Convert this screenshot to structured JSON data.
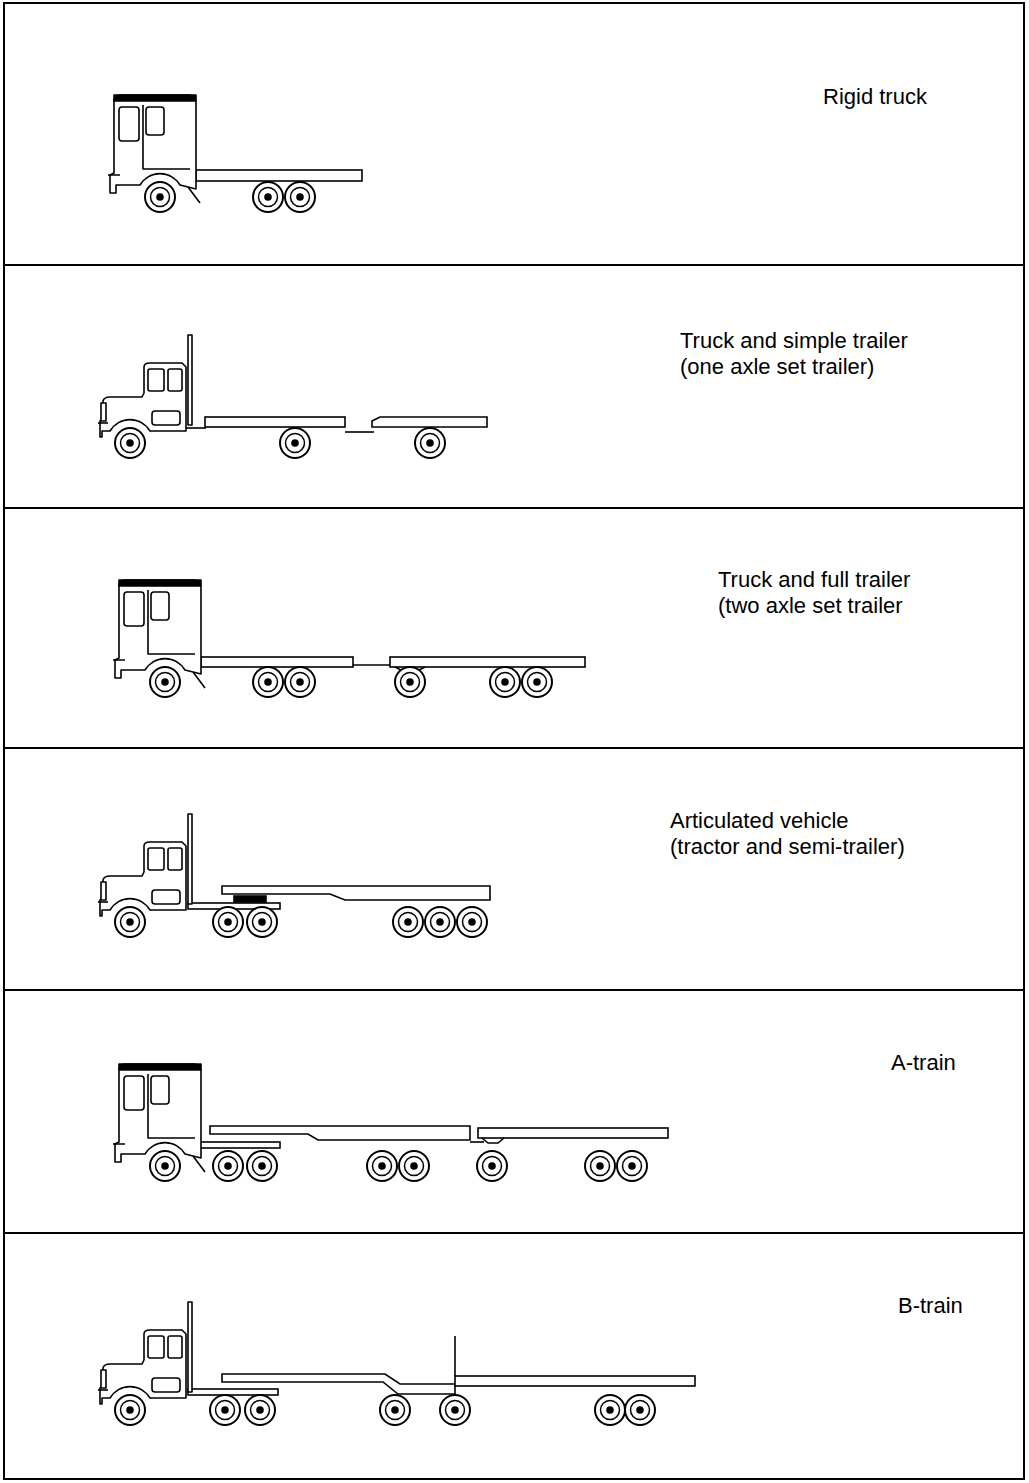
{
  "diagram": {
    "labels": [
      "Rigid truck",
      "Truck and simple trailer (one axle set trailer)",
      "Truck and full trailer (two axle set trailer",
      "Articulated vehicle (tractor and semi-trailer)",
      "A-train",
      "B-train"
    ]
  }
}
